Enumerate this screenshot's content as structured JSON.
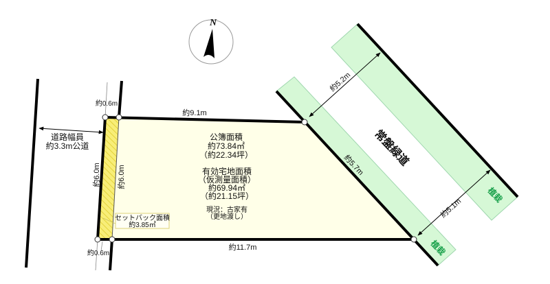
{
  "compass": {
    "label": "N"
  },
  "road": {
    "width_label": "道路幅員",
    "width_value": "約3.3m公道"
  },
  "setback": {
    "offset_top": "約0.6m",
    "offset_bottom": "約0.6m",
    "box_title": "セットバック面積",
    "box_value": "約3.85㎡"
  },
  "lot": {
    "dims": {
      "top": "約9.1m",
      "bottom": "約11.7m",
      "left_outer": "約6.0m",
      "left_inner": "約6.0m",
      "right": "約5.7m"
    },
    "registered_area": {
      "title": "公簿面積",
      "sqm": "約73.84㎡",
      "tsubo": "（約22.34坪）"
    },
    "effective_area": {
      "title": "有効宅地面積",
      "subtitle": "（仮測量面積）",
      "sqm": "約69.94㎡",
      "tsubo": "（約21.15坪）"
    },
    "status": {
      "line1": "現況：古家有",
      "line2": "（更地渡し）"
    }
  },
  "greenway": {
    "name": "常盤緑道",
    "width_upper": "約5.2m",
    "width_lower": "約5.1m",
    "planting_label_upper": "植栽",
    "planting_label_lower": "植栽"
  },
  "colors": {
    "lot_fill": "#ffffe8",
    "setback_fill": "#f8ee78",
    "setback_hatch": "#e3d23a",
    "green_band": "#d6f8d6",
    "green_edge": "#9fd6ae",
    "planting_text": "#18a04a",
    "boundary": "#000000"
  }
}
